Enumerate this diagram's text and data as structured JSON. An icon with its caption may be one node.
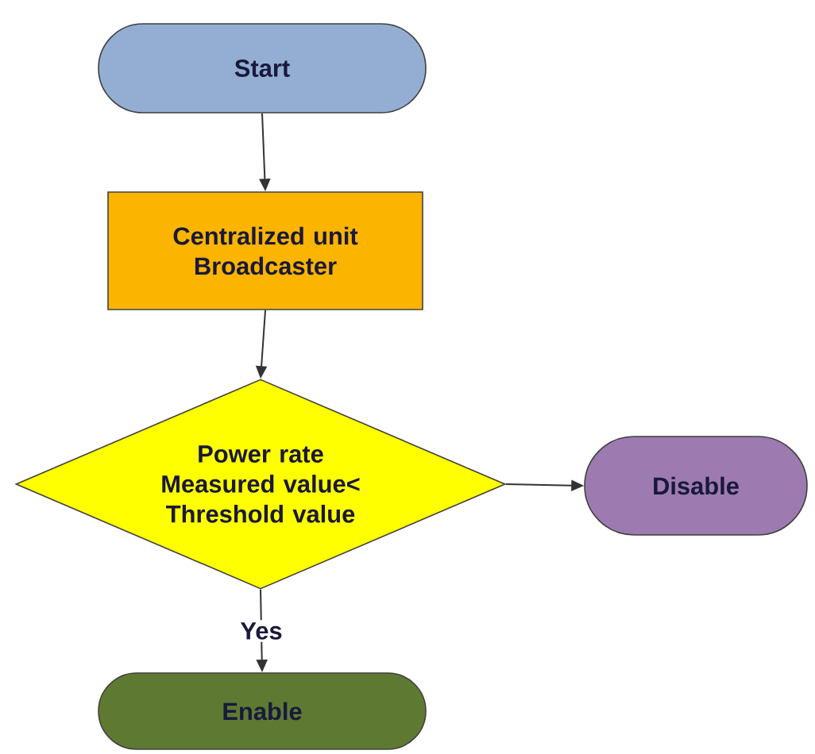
{
  "diagram": {
    "nodes": [
      {
        "text": [
          "Start"
        ]
      },
      {
        "text": [
          "Centralized unit Broadcaster"
        ]
      },
      {
        "text": [
          "Power rate Measured value< Threshold value"
        ]
      },
      {
        "text": [
          "Disable"
        ]
      },
      {
        "text": [
          "Enable"
        ]
      }
    ],
    "edges": [
      {
        "from": 0,
        "to": 1,
        "arrow": "to"
      },
      {
        "from": 1,
        "to": 2,
        "arrow": "to"
      },
      {
        "from": 2,
        "to": 3,
        "arrow": "to"
      },
      {
        "from": 2,
        "to": 4,
        "arrow": "to",
        "label": "Yes"
      }
    ]
  }
}
